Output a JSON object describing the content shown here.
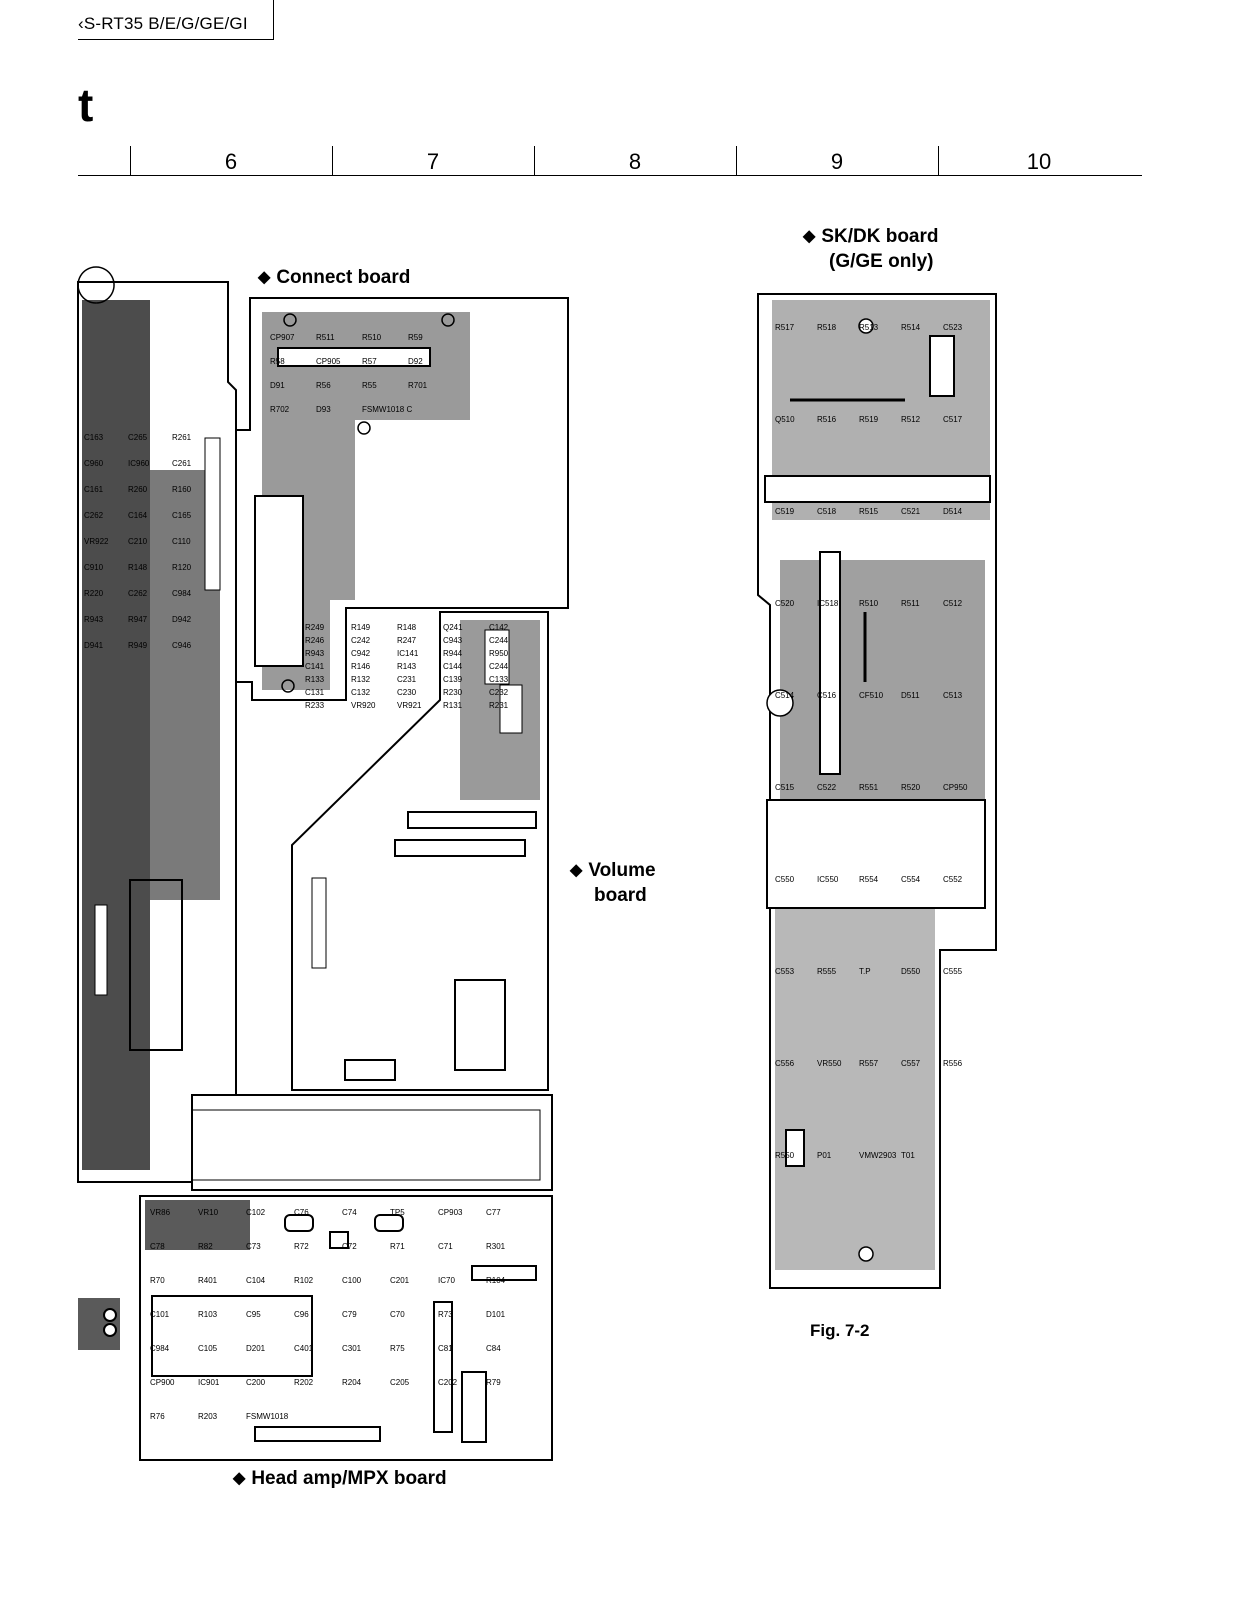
{
  "header": {
    "model_text": "‹S-RT35 B/E/G/GE/GI",
    "title_fragment": "t"
  },
  "ruler": {
    "columns": [
      "6",
      "7",
      "8",
      "9",
      "10"
    ]
  },
  "boards": {
    "connect": "Connect board",
    "sk_dk_line1": "SK/DK board",
    "sk_dk_line2": "(G/GE only)",
    "volume_line1": "Volume",
    "volume_line2": "board",
    "head_amp": "Head amp/MPX board"
  },
  "figure_caption": "Fig. 7-2",
  "component_labels": {
    "connect": [
      "CP907",
      "R511",
      "R510",
      "R59",
      "R58",
      "CP905",
      "R57",
      "D92",
      "D91",
      "R56",
      "R55",
      "R701",
      "R702",
      "D93",
      "FSMW1018 C"
    ],
    "left": [
      "C163",
      "C265",
      "R261",
      "C960",
      "IC960",
      "C261",
      "C161",
      "R260",
      "R160",
      "C262",
      "C164",
      "C165",
      "VR922",
      "C210",
      "C110",
      "C910",
      "R148",
      "R120",
      "R220",
      "C262",
      "C984",
      "R943",
      "R947",
      "D942",
      "D941",
      "R949",
      "C946"
    ],
    "volume": [
      "R249",
      "R149",
      "R148",
      "Q241",
      "C142",
      "R246",
      "C242",
      "R247",
      "C943",
      "C244",
      "R943",
      "C942",
      "IC141",
      "R944",
      "R950",
      "C141",
      "R146",
      "R143",
      "C144",
      "C244",
      "R133",
      "R132",
      "C231",
      "C139",
      "C133",
      "C131",
      "C132",
      "C230",
      "R230",
      "C232",
      "R233",
      "VR920",
      "VR921",
      "R131",
      "R231"
    ],
    "sk_dk": [
      "R517",
      "R518",
      "R513",
      "R514",
      "C523",
      "Q510",
      "R516",
      "R519",
      "R512",
      "C517",
      "C519",
      "C518",
      "R515",
      "C521",
      "D514",
      "C520",
      "IC518",
      "R510",
      "R511",
      "C512",
      "C514",
      "C516",
      "CF510",
      "D511",
      "C513",
      "C515",
      "C522",
      "R551",
      "R520",
      "CP950",
      "C550",
      "IC550",
      "R554",
      "C554",
      "C552",
      "C553",
      "R555",
      "T.P",
      "D550",
      "C555",
      "C556",
      "VR550",
      "R557",
      "C557",
      "R556",
      "R550",
      "P01",
      "VMW2903",
      "T01"
    ],
    "head_amp": [
      "VR86",
      "VR10",
      "C102",
      "C76",
      "C74",
      "TP5",
      "CP903",
      "C77",
      "C78",
      "R82",
      "C73",
      "R72",
      "C72",
      "R71",
      "C71",
      "R301",
      "R70",
      "R401",
      "C104",
      "R102",
      "C100",
      "C201",
      "IC70",
      "R104",
      "C101",
      "R103",
      "C95",
      "C96",
      "C79",
      "C70",
      "R73",
      "D101",
      "C984",
      "C105",
      "D201",
      "C401",
      "C301",
      "R75",
      "C81",
      "C84",
      "CP900",
      "IC901",
      "C200",
      "R202",
      "R204",
      "C205",
      "C202",
      "R79",
      "R76",
      "R203",
      "FSMW1018"
    ]
  },
  "colors": {
    "ink": "#000000",
    "trace_fill": "#5a5a5a",
    "paper": "#ffffff"
  }
}
